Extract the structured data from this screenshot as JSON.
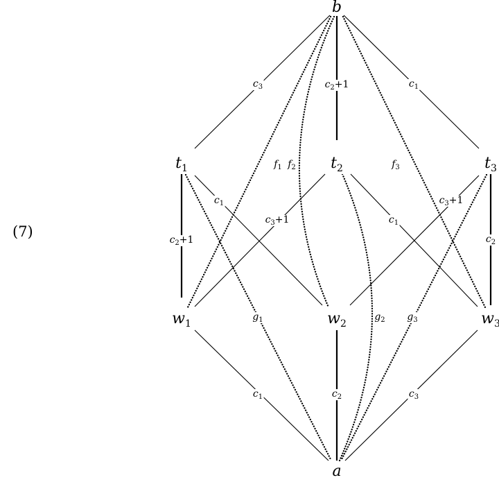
{
  "equation_number": "(7)",
  "nodes": {
    "b": {
      "base": "b",
      "sub": ""
    },
    "t1": {
      "base": "t",
      "sub": "1"
    },
    "t2": {
      "base": "t",
      "sub": "2"
    },
    "t3": {
      "base": "t",
      "sub": "3"
    },
    "w1": {
      "base": "w",
      "sub": "1"
    },
    "w2": {
      "base": "w",
      "sub": "2"
    },
    "w3": {
      "base": "w",
      "sub": "3"
    },
    "a": {
      "base": "a",
      "sub": ""
    }
  },
  "edges": [
    {
      "id": "b-t1",
      "from": "b",
      "to": "t1",
      "style": "thin",
      "label": {
        "base": "c",
        "sub": "3",
        "suffix": ""
      }
    },
    {
      "id": "b-t2",
      "from": "b",
      "to": "t2",
      "style": "thick",
      "label": {
        "base": "c",
        "sub": "2",
        "suffix": "+1"
      }
    },
    {
      "id": "b-t3",
      "from": "b",
      "to": "t3",
      "style": "thin",
      "label": {
        "base": "c",
        "sub": "1",
        "suffix": ""
      }
    },
    {
      "id": "b-w1",
      "from": "b",
      "to": "w1",
      "style": "dotted",
      "label": {
        "base": "f",
        "sub": "1",
        "suffix": ""
      }
    },
    {
      "id": "b-w2",
      "from": "b",
      "to": "w2",
      "style": "dotted",
      "label": {
        "base": "f",
        "sub": "2",
        "suffix": ""
      }
    },
    {
      "id": "b-w3",
      "from": "b",
      "to": "w3",
      "style": "dotted",
      "label": {
        "base": "f",
        "sub": "3",
        "suffix": ""
      }
    },
    {
      "id": "t1-w1",
      "from": "t1",
      "to": "w1",
      "style": "thick",
      "label": {
        "base": "c",
        "sub": "2",
        "suffix": "+1"
      }
    },
    {
      "id": "t1-w2",
      "from": "t1",
      "to": "w2",
      "style": "thin",
      "label": {
        "base": "c",
        "sub": "1",
        "suffix": ""
      }
    },
    {
      "id": "t2-w1",
      "from": "t2",
      "to": "w1",
      "style": "thin",
      "label": {
        "base": "c",
        "sub": "3",
        "suffix": "+1"
      }
    },
    {
      "id": "t2-w3",
      "from": "t2",
      "to": "w3",
      "style": "thin",
      "label": {
        "base": "c",
        "sub": "1",
        "suffix": ""
      }
    },
    {
      "id": "t3-w2",
      "from": "t3",
      "to": "w2",
      "style": "thin",
      "label": {
        "base": "c",
        "sub": "3",
        "suffix": "+1"
      }
    },
    {
      "id": "t3-w3",
      "from": "t3",
      "to": "w3",
      "style": "thick",
      "label": {
        "base": "c",
        "sub": "2",
        "suffix": ""
      }
    },
    {
      "id": "t1-a",
      "from": "t1",
      "to": "a",
      "style": "dotted",
      "label": {
        "base": "g",
        "sub": "1",
        "suffix": ""
      }
    },
    {
      "id": "t2-a",
      "from": "t2",
      "to": "a",
      "style": "dotted",
      "label": {
        "base": "g",
        "sub": "2",
        "suffix": ""
      }
    },
    {
      "id": "t3-a",
      "from": "t3",
      "to": "a",
      "style": "dotted",
      "label": {
        "base": "g",
        "sub": "3",
        "suffix": ""
      }
    },
    {
      "id": "w1-a",
      "from": "w1",
      "to": "a",
      "style": "thin",
      "label": {
        "base": "c",
        "sub": "1",
        "suffix": ""
      }
    },
    {
      "id": "w2-a",
      "from": "w2",
      "to": "a",
      "style": "thick",
      "label": {
        "base": "c",
        "sub": "2",
        "suffix": ""
      }
    },
    {
      "id": "w3-a",
      "from": "w3",
      "to": "a",
      "style": "thin",
      "label": {
        "base": "c",
        "sub": "3",
        "suffix": ""
      }
    }
  ]
}
